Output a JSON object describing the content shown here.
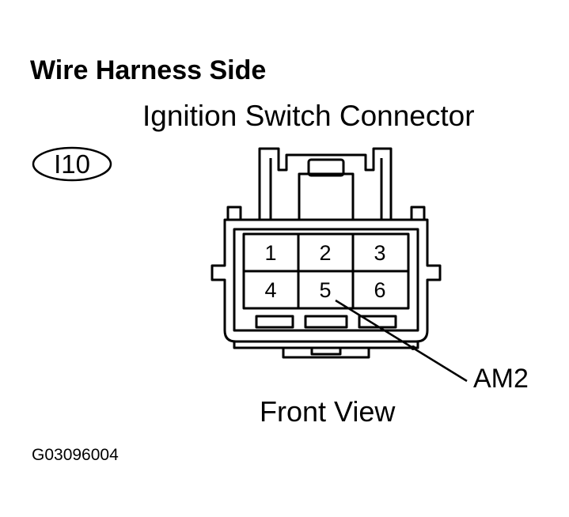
{
  "side_title": "Wire Harness Side",
  "connector_title": "Ignition Switch Connector",
  "connector_code": "I10",
  "view_label": "Front View",
  "wire_label": "AM2",
  "figure_id": "G03096004",
  "pins": [
    "1",
    "2",
    "3",
    "4",
    "5",
    "6"
  ]
}
